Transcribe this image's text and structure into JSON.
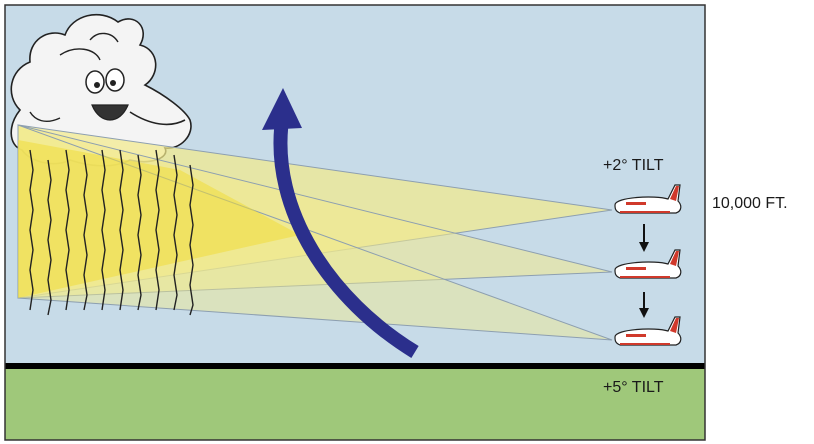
{
  "labels": {
    "tilt_top": "+2° TILT",
    "tilt_bottom": "+5° TILT",
    "altitude": "10,000 FT."
  },
  "colors": {
    "sky": "#c7dbe8",
    "ground": "#9fc87a",
    "ground_line": "#000000",
    "beam": "#f2ea8c",
    "beam_overlap": "#f0dc3a",
    "arrow": "#2b2f8c",
    "cloud": "#f4f4f4",
    "aircraft_body": "#ffffff",
    "aircraft_accent": "#d0392b"
  },
  "icons": {
    "cloud": "storm-cloud-icon",
    "aircraft": "aircraft-icon",
    "descent_arrow": "down-arrow-icon",
    "climb_arrow": "curved-up-arrow-icon"
  }
}
